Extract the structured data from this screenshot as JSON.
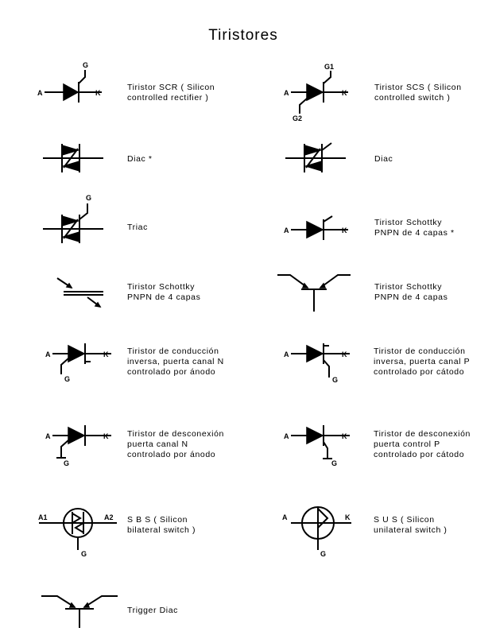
{
  "title": "Tiristores",
  "items": [
    {
      "symbol": "scr",
      "lines": [
        "Tiristor SCR  ( Silicon",
        "controlled rectifier )"
      ],
      "terminals": {
        "a": "A",
        "k": "K",
        "g": "G"
      }
    },
    {
      "symbol": "scs",
      "lines": [
        "Tiristor SCS ( Silicon",
        "controlled switch )"
      ],
      "terminals": {
        "a": "A",
        "k": "K",
        "g1": "G1",
        "g2": "G2"
      }
    },
    {
      "symbol": "diac1",
      "lines": [
        "Diac *"
      ]
    },
    {
      "symbol": "diac2",
      "lines": [
        "Diac"
      ]
    },
    {
      "symbol": "triac",
      "lines": [
        "Triac"
      ],
      "terminals": {
        "g": "G"
      }
    },
    {
      "symbol": "schottky1",
      "lines": [
        "Tiristor Schottky",
        "PNPN de 4 capas *"
      ],
      "terminals": {
        "a": "A",
        "k": "K"
      }
    },
    {
      "symbol": "schottky2",
      "lines": [
        "Tiristor Schottky",
        "PNPN de 4 capas"
      ]
    },
    {
      "symbol": "schottky3",
      "lines": [
        "Tiristor Schottky",
        "PNPN de 4 capas"
      ]
    },
    {
      "symbol": "rct_n",
      "lines": [
        "Tiristor de conducción",
        "inversa, puerta canal N",
        "controlado por ánodo"
      ],
      "terminals": {
        "a": "A",
        "k": "K",
        "g": "G"
      }
    },
    {
      "symbol": "rct_p",
      "lines": [
        "Tiristor de conducción",
        "inversa, puerta canal P",
        "controlado por cátodo"
      ],
      "terminals": {
        "a": "A",
        "k": "K",
        "g": "G"
      }
    },
    {
      "symbol": "gto_n",
      "lines": [
        "Tiristor de desconexión",
        "puerta canal N",
        "controlado por ánodo"
      ],
      "terminals": {
        "a": "A",
        "k": "K",
        "g": "G"
      }
    },
    {
      "symbol": "gto_p",
      "lines": [
        "Tiristor de desconexión",
        "puerta control P",
        "controlado por cátodo"
      ],
      "terminals": {
        "a": "A",
        "k": "K",
        "g": "G"
      }
    },
    {
      "symbol": "sbs",
      "lines": [
        "S B S ( Silicon",
        "bilateral switch )"
      ],
      "terminals": {
        "a1": "A1",
        "a2": "A2",
        "g": "G"
      }
    },
    {
      "symbol": "sus",
      "lines": [
        "S U S  ( Silicon",
        "unilateral switch )"
      ],
      "terminals": {
        "a": "A",
        "k": "K",
        "g": "G"
      }
    },
    {
      "symbol": "trigger_diac",
      "lines": [
        "Trigger Diac"
      ]
    }
  ]
}
